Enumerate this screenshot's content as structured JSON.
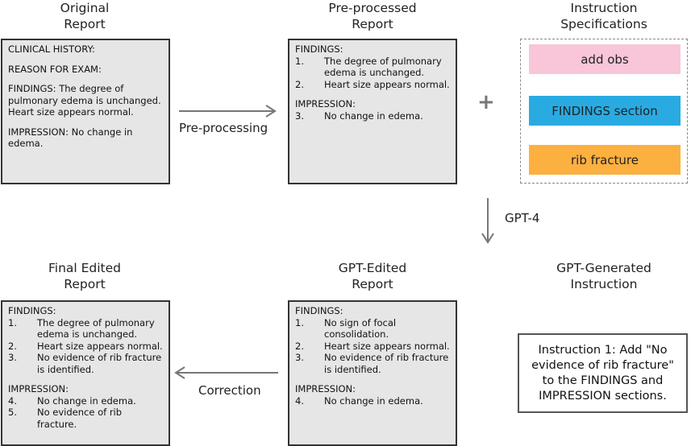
{
  "titles": {
    "original": "Original\nReport",
    "preprocessed": "Pre-processed\nReport",
    "instruction_specs": "Instruction\nSpecifications",
    "final_edited": "Final Edited\nReport",
    "gpt_edited": "GPT-Edited\nReport",
    "gpt_generated": "GPT-Generated\nInstruction"
  },
  "original_report": {
    "clinical_history": "CLINICAL HISTORY:",
    "reason_for_exam": "REASON FOR EXAM:",
    "findings": "FINDINGS: The degree of pulmonary edema is unchanged. Heart size appears normal.",
    "impression": "IMPRESSION: No change in edema."
  },
  "preprocessed_report": {
    "findings_header": "FINDINGS:",
    "findings": [
      {
        "num": "1.",
        "text": "The degree of pulmonary edema is unchanged."
      },
      {
        "num": "2.",
        "text": "Heart size appears normal."
      }
    ],
    "impression_header": "IMPRESSION:",
    "impression": [
      {
        "num": "3.",
        "text": "No change in edema."
      }
    ]
  },
  "instruction_specs": {
    "plus": "+",
    "items": [
      {
        "label": "add obs",
        "color": "#f8c6d8"
      },
      {
        "label": "FINDINGS section",
        "color": "#29abe2"
      },
      {
        "label": "rib fracture",
        "color": "#fbb040"
      }
    ]
  },
  "arrow_labels": {
    "preprocessing": "Pre-processing",
    "gpt4": "GPT-4",
    "correction": "Correction"
  },
  "gpt_instruction": "Instruction 1: Add \"No evidence of rib fracture\" to the FINDINGS and IMPRESSION sections.",
  "gpt_edited_report": {
    "findings_header": "FINDINGS:",
    "findings": [
      {
        "num": "1.",
        "text": "No sign of focal consolidation."
      },
      {
        "num": "2.",
        "text": "Heart size appears normal."
      },
      {
        "num": "3.",
        "text": "No evidence of rib fracture is identified."
      }
    ],
    "impression_header": "IMPRESSION:",
    "impression": [
      {
        "num": "4.",
        "text": "No change in edema."
      }
    ]
  },
  "final_report": {
    "findings_header": "FINDINGS:",
    "findings": [
      {
        "num": "1.",
        "text": "The degree of pulmonary edema is unchanged."
      },
      {
        "num": "2.",
        "text": "Heart size appears normal."
      },
      {
        "num": "3.",
        "text": "No evidence of rib fracture is identified."
      }
    ],
    "impression_header": "IMPRESSION:",
    "impression": [
      {
        "num": "4.",
        "text": "No change in edema."
      },
      {
        "num": "5.",
        "text": "No evidence of rib fracture."
      }
    ]
  }
}
